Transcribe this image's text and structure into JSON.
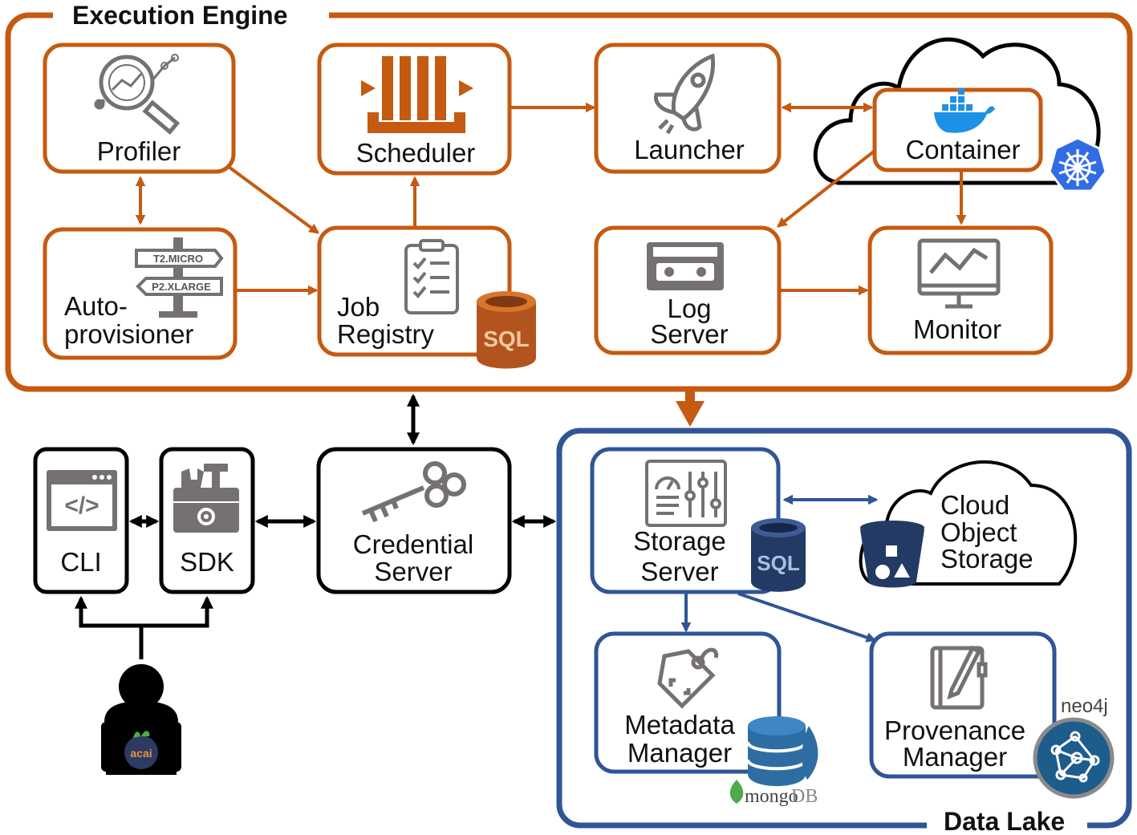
{
  "groups": {
    "execution_engine": "Execution Engine",
    "data_lake": "Data Lake"
  },
  "nodes": {
    "profiler": "Profiler",
    "scheduler": "Scheduler",
    "launcher": "Launcher",
    "container": "Container",
    "autoprovisioner_line1": "Auto-",
    "autoprovisioner_line2": "provisioner",
    "job_registry_line1": "Job",
    "job_registry_line2": "Registry",
    "log_server_line1": "Log",
    "log_server_line2": "Server",
    "monitor": "Monitor",
    "cli": "CLI",
    "sdk": "SDK",
    "credential_server_line1": "Credential",
    "credential_server_line2": "Server",
    "storage_server_line1": "Storage",
    "storage_server_line2": "Server",
    "cloud_object_storage_line1": "Cloud",
    "cloud_object_storage_line2": "Object",
    "cloud_object_storage_line3": "Storage",
    "metadata_manager_line1": "Metadata",
    "metadata_manager_line2": "Manager",
    "provenance_manager_line1": "Provenance",
    "provenance_manager_line2": "Manager"
  },
  "badges": {
    "sql_exec": "SQL",
    "sql_lake": "SQL",
    "mongo_prefix": "mongo",
    "mongo_suffix": "DB",
    "neo4j": "neo4j",
    "acai": "acai",
    "signpost_top": "T2.MICRO",
    "signpost_bottom": "P2.XLARGE"
  },
  "colors": {
    "execution_engine": "#c55a11",
    "data_lake": "#2f5597",
    "client": "#000000",
    "icon_gray": "#767171",
    "kubernetes": "#326ce5",
    "docker": "#1d91e6",
    "mongodb": "#2e6da4",
    "mongodb_leaf": "#4fa94d",
    "neo4j": "#1c5d8c"
  }
}
